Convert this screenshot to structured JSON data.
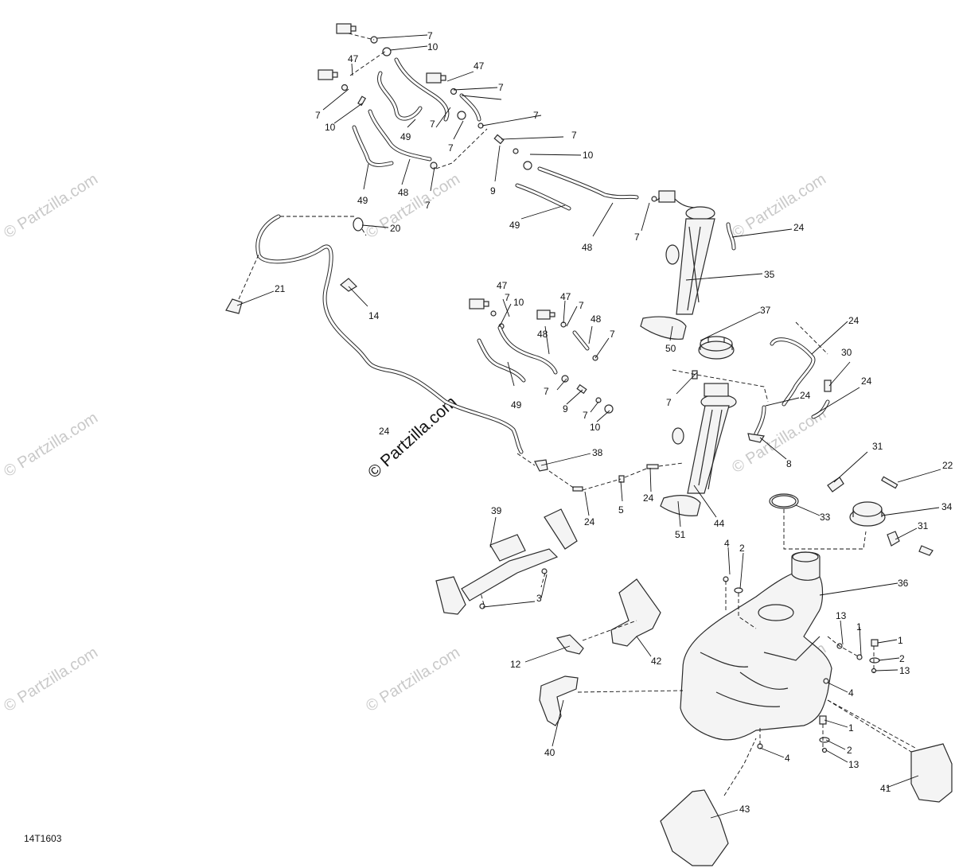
{
  "figure_code": "14T1603",
  "watermark": "© Partzilla.com",
  "callout_labels": {
    "n1": "1",
    "n2": "2",
    "n3": "3",
    "n4": "4",
    "n5": "5",
    "n7": "7",
    "n8": "8",
    "n9": "9",
    "n10": "10",
    "n12": "12",
    "n13": "13",
    "n14": "14",
    "n20": "20",
    "n21": "21",
    "n22": "22",
    "n24": "24",
    "n30": "30",
    "n31": "31",
    "n33": "33",
    "n34": "34",
    "n35": "35",
    "n36": "36",
    "n37": "37",
    "n38": "38",
    "n39": "39",
    "n40": "40",
    "n41": "41",
    "n42": "42",
    "n43": "43",
    "n44": "44",
    "n47": "47",
    "n48": "48",
    "n49": "49",
    "n50": "50",
    "n51": "51"
  }
}
